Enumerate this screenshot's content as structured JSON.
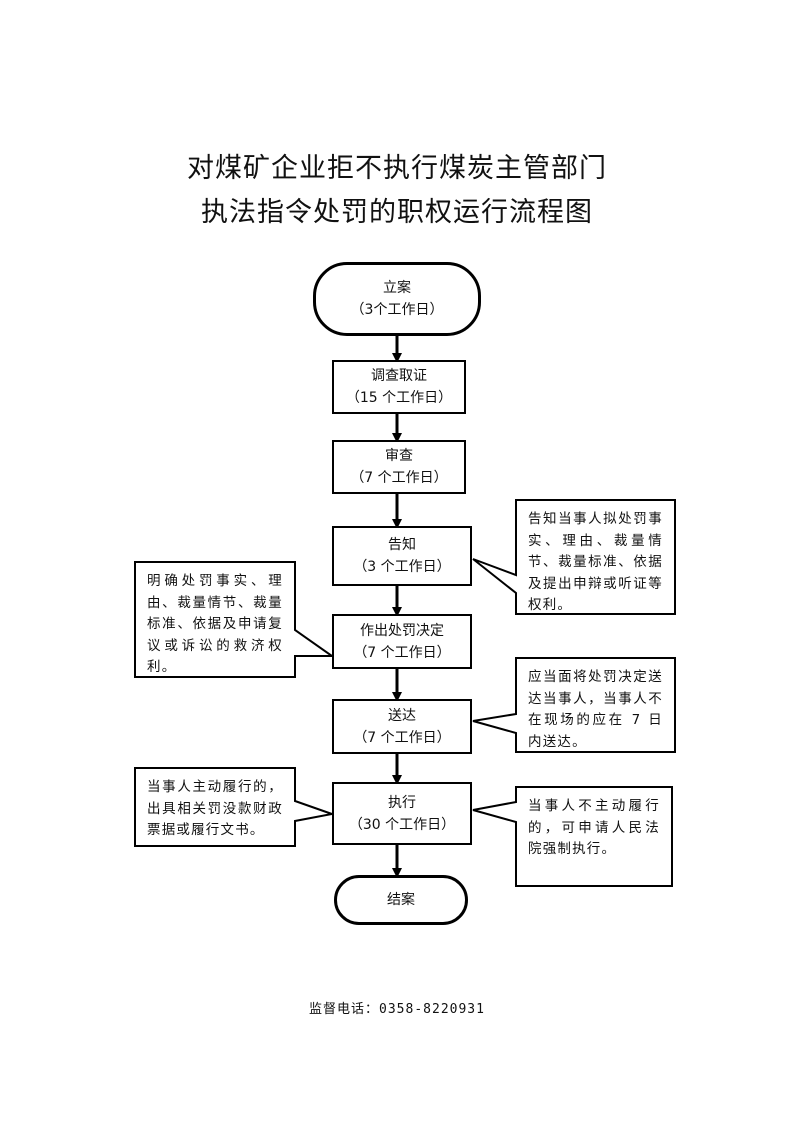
{
  "title": {
    "line1": "对煤矿企业拒不执行煤炭主管部门",
    "line2": "执法指令处罚的职权运行流程图"
  },
  "steps": [
    {
      "label": "立案",
      "duration": "（3个工作日）"
    },
    {
      "label": "调查取证",
      "duration": "（15 个工作日）"
    },
    {
      "label": "审查",
      "duration": "（7 个工作日）"
    },
    {
      "label": "告知",
      "duration": "（3 个工作日）"
    },
    {
      "label": "作出处罚决定",
      "duration": "（7 个工作日）"
    },
    {
      "label": "送达",
      "duration": "（7 个工作日）"
    },
    {
      "label": "执行",
      "duration": "（30 个工作日）"
    },
    {
      "label": "结案",
      "duration": ""
    }
  ],
  "notes": {
    "notify": "告知当事人拟处罚事实、理由、裁量情节、裁量标准、依据及提出申辩或听证等权利。",
    "decision": "明确处罚事实、理由、裁量情节、裁量标准、依据及申请复议或诉讼的救济权利。",
    "deliver": "应当面将处罚决定送达当事人，当事人不在现场的应在 7 日内送达。",
    "execute_yes": "当事人主动履行的，出具相关罚没款财政票据或履行文书。",
    "execute_no": "当事人不主动履行的，可申请人民法院强制执行。"
  },
  "footer": "监督电话：0358-8220931"
}
